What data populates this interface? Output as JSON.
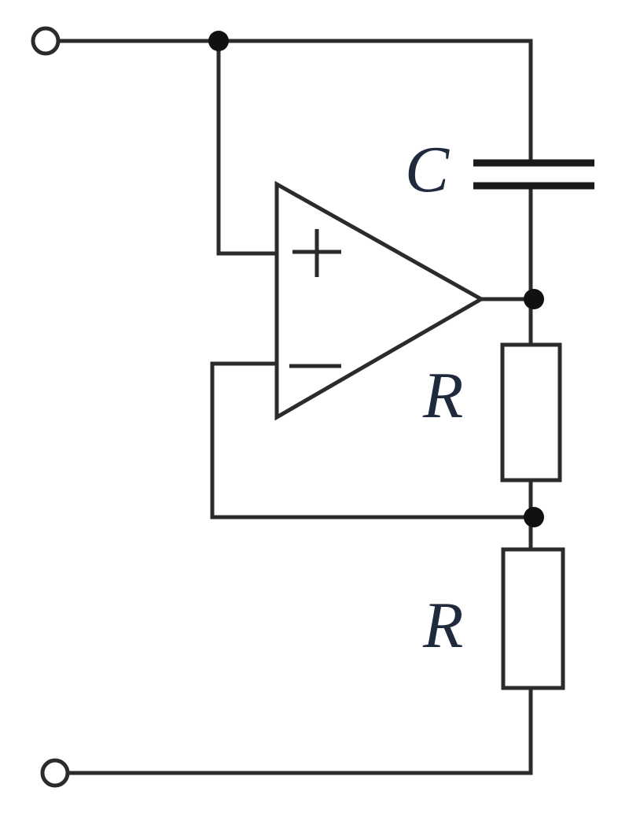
{
  "diagram": {
    "labels": {
      "capacitor": "C",
      "resistor_upper": "R",
      "resistor_lower": "R"
    },
    "opamp": {
      "non_inverting_symbol": "+",
      "inverting_symbol": "−"
    },
    "colors": {
      "wire": "#2b2b2b",
      "label": "#1f2a3c",
      "node": "#111111",
      "background": "#ffffff"
    },
    "icons": [
      "terminal-open-circle",
      "junction-dot",
      "capacitor-symbol",
      "resistor-symbol",
      "op-amp-symbol"
    ]
  }
}
